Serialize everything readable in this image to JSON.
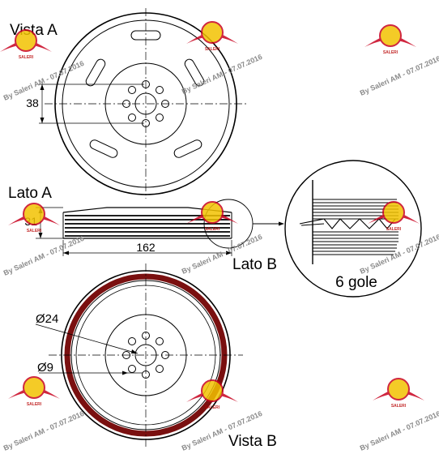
{
  "views": {
    "vista_a": "Vista A",
    "vista_b": "Vista B",
    "lato_a": "Lato A",
    "lato_b": "Lato B"
  },
  "dimensions": {
    "bolt_circle": "38",
    "width": "31",
    "outer_diameter": "162",
    "center_bore": "Ø24",
    "bolt_hole": "Ø9"
  },
  "detail": {
    "grooves": "6 gole"
  },
  "watermark": {
    "text": "By Saleri AM - 07.07.2016",
    "logo_text": "SALERI"
  },
  "colors": {
    "line": "#000000",
    "watermark": "#8a8a8a",
    "logo_red": "#c8001e",
    "logo_gold": "#f2c200"
  }
}
